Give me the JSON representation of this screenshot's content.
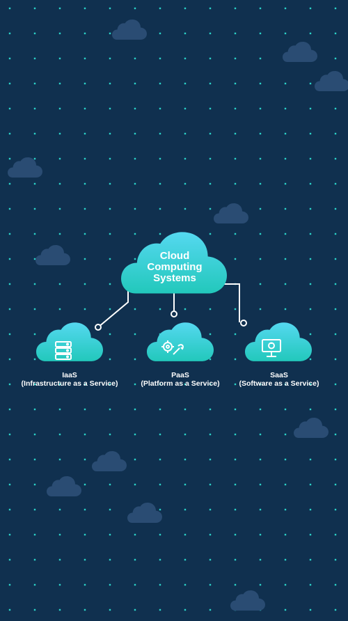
{
  "title": {
    "line1": "Cloud",
    "line2": "Computing",
    "line3": "Systems"
  },
  "services": [
    {
      "name": "IaaS",
      "desc": "(Infrastructure as a Service)",
      "icon": "server-icon"
    },
    {
      "name": "PaaS",
      "desc": "(Platform as a Service)",
      "icon": "gear-wrench-icon"
    },
    {
      "name": "SaaS",
      "desc": "(Software as a Service)",
      "icon": "monitor-icon"
    }
  ],
  "colors": {
    "background": "#10304f",
    "dots": "#2bd3c8",
    "cloud_top": "#4fd7ec",
    "cloud_bottom": "#23c8bd",
    "bg_cloud": "#2a4c73",
    "connector": "#ffffff"
  }
}
